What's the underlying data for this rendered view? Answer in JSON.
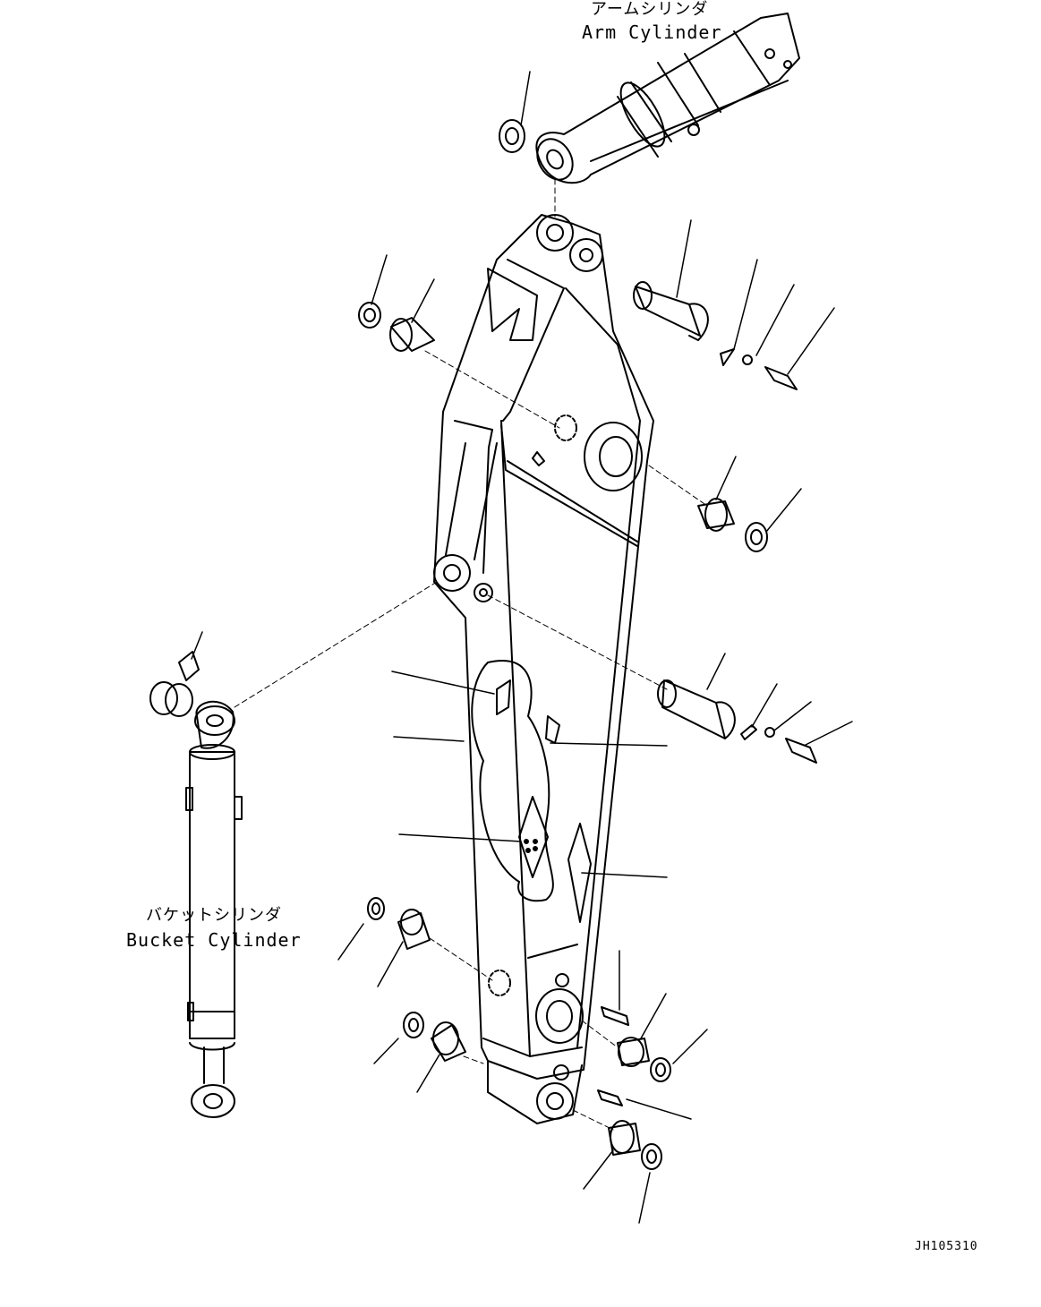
{
  "labels": {
    "arm_cylinder_jp": "アームシリンダ",
    "arm_cylinder_en": "Arm Cylinder",
    "bucket_cylinder_jp": "バケットシリンダ",
    "bucket_cylinder_en": "Bucket Cylinder",
    "drawing_code": "JH105310"
  },
  "colors": {
    "line": "#000000",
    "background": "#ffffff"
  }
}
